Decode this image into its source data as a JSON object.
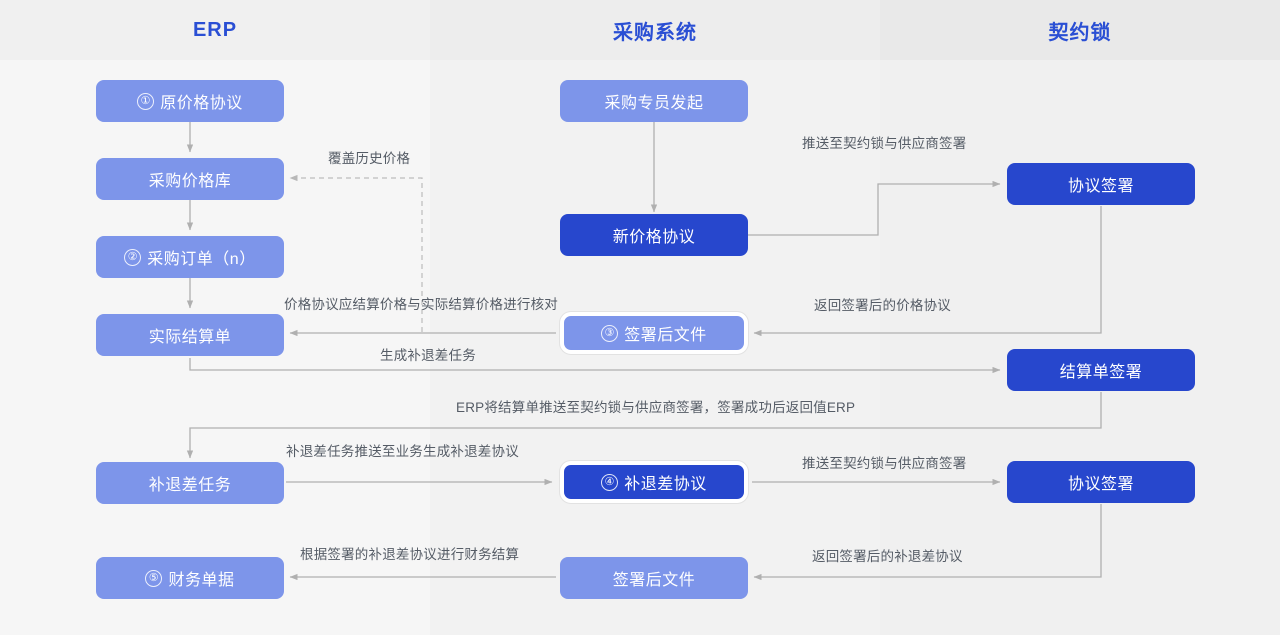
{
  "columns": [
    {
      "id": "erp",
      "title": "ERP"
    },
    {
      "id": "procurement",
      "title": "采购系统"
    },
    {
      "id": "qiyuesuo",
      "title": "契约锁"
    }
  ],
  "theme": {
    "title_color": "#2a4fd4",
    "node_light": "#7d95ea",
    "node_dark": "#2747cd",
    "edge_color": "#b0b0b0",
    "label_color": "#555c66",
    "band_c1": "#f6f6f6",
    "band_c2": "#f2f2f2",
    "band_c3": "#f0f0f0"
  },
  "nodes": [
    {
      "id": "n1",
      "column": "erp",
      "badge": "①",
      "label": "原价格协议",
      "style": "light",
      "ring": false
    },
    {
      "id": "n2",
      "column": "erp",
      "badge": "",
      "label": "采购价格库",
      "style": "light",
      "ring": false
    },
    {
      "id": "n3",
      "column": "erp",
      "badge": "②",
      "label": "采购订单（n）",
      "style": "light",
      "ring": false
    },
    {
      "id": "n4",
      "column": "erp",
      "badge": "",
      "label": "实际结算单",
      "style": "light",
      "ring": false
    },
    {
      "id": "n5",
      "column": "erp",
      "badge": "",
      "label": "补退差任务",
      "style": "light",
      "ring": false
    },
    {
      "id": "n6",
      "column": "erp",
      "badge": "⑤",
      "label": "财务单据",
      "style": "light",
      "ring": false
    },
    {
      "id": "n7",
      "column": "procurement",
      "badge": "",
      "label": "采购专员发起",
      "style": "light",
      "ring": false
    },
    {
      "id": "n8",
      "column": "procurement",
      "badge": "",
      "label": "新价格协议",
      "style": "dark",
      "ring": false
    },
    {
      "id": "n9",
      "column": "procurement",
      "badge": "③",
      "label": "签署后文件",
      "style": "light",
      "ring": true
    },
    {
      "id": "n10",
      "column": "procurement",
      "badge": "④",
      "label": "补退差协议",
      "style": "dark",
      "ring": true
    },
    {
      "id": "n11",
      "column": "procurement",
      "badge": "",
      "label": "签署后文件",
      "style": "light",
      "ring": false
    },
    {
      "id": "n12",
      "column": "qiyuesuo",
      "badge": "",
      "label": "协议签署",
      "style": "dark",
      "ring": false
    },
    {
      "id": "n13",
      "column": "qiyuesuo",
      "badge": "",
      "label": "结算单签署",
      "style": "dark",
      "ring": false
    },
    {
      "id": "n14",
      "column": "qiyuesuo",
      "badge": "",
      "label": "协议签署",
      "style": "dark",
      "ring": false
    }
  ],
  "edge_labels": [
    {
      "id": "e1",
      "text": "覆盖历史价格"
    },
    {
      "id": "e2",
      "text": "推送至契约锁与供应商签署"
    },
    {
      "id": "e3",
      "text": "价格协议应结算价格与实际结算价格进行核对"
    },
    {
      "id": "e4",
      "text": "返回签署后的价格协议"
    },
    {
      "id": "e5",
      "text": "生成补退差任务"
    },
    {
      "id": "e6",
      "text": "ERP将结算单推送至契约锁与供应商签署，签署成功后返回值ERP"
    },
    {
      "id": "e7",
      "text": "补退差任务推送至业务生成补退差协议"
    },
    {
      "id": "e8",
      "text": "推送至契约锁与供应商签署"
    },
    {
      "id": "e9",
      "text": "根据签署的补退差协议进行财务结算"
    },
    {
      "id": "e10",
      "text": "返回签署后的补退差协议"
    }
  ]
}
